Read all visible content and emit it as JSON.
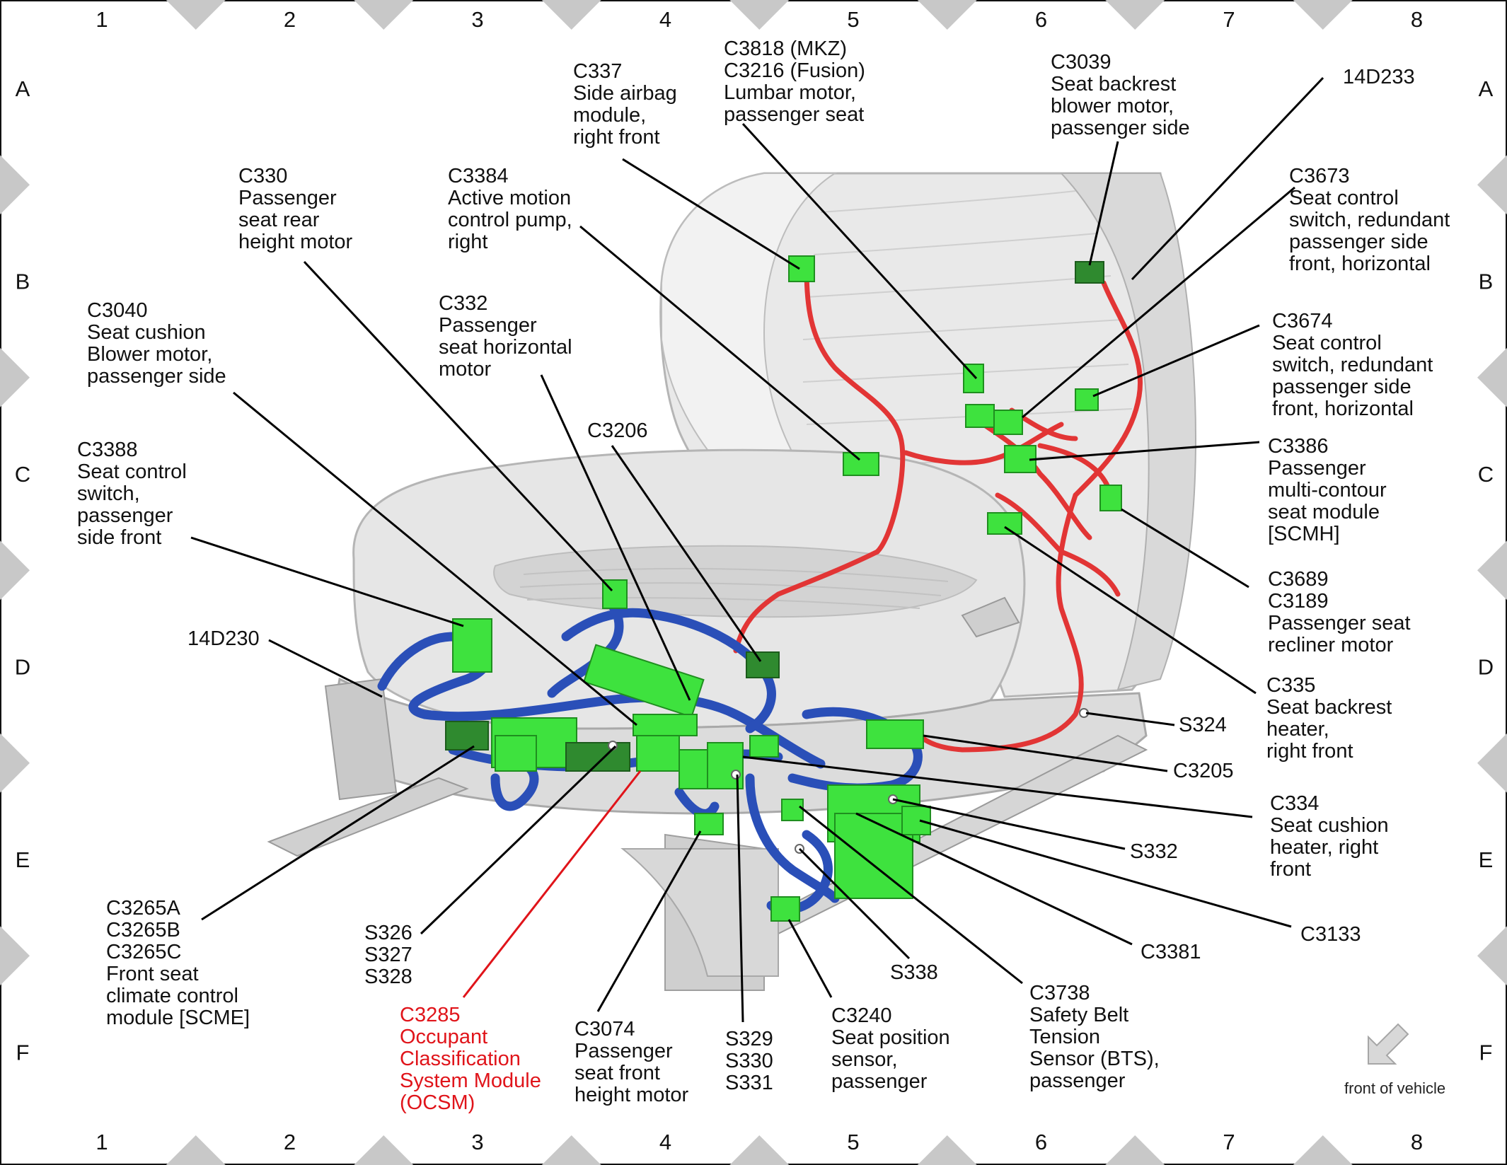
{
  "grid": {
    "columns": [
      "1",
      "2",
      "3",
      "4",
      "5",
      "6",
      "7",
      "8"
    ],
    "rows": [
      "A",
      "B",
      "C",
      "D",
      "E",
      "F"
    ]
  },
  "callouts": [
    {
      "id": "c337",
      "lines": [
        "C337",
        "Side airbag",
        "module,",
        "right front"
      ]
    },
    {
      "id": "c3818",
      "lines": [
        "C3818 (MKZ)",
        "C3216 (Fusion)",
        "Lumbar motor,",
        "passenger seat"
      ]
    },
    {
      "id": "c3039",
      "lines": [
        "C3039",
        "Seat backrest",
        "blower motor,",
        "passenger side"
      ]
    },
    {
      "id": "c14d233",
      "lines": [
        "14D233"
      ]
    },
    {
      "id": "c330",
      "lines": [
        "C330",
        "Passenger",
        "seat rear",
        "height motor"
      ]
    },
    {
      "id": "c3384",
      "lines": [
        "C3384",
        "Active motion",
        "control pump,",
        "right"
      ]
    },
    {
      "id": "c3673",
      "lines": [
        "C3673",
        "Seat control",
        "switch, redundant",
        "passenger side",
        "front, horizontal"
      ]
    },
    {
      "id": "c3040",
      "lines": [
        "C3040",
        "Seat cushion",
        "Blower motor,",
        "passenger side"
      ]
    },
    {
      "id": "c332",
      "lines": [
        "C332",
        "Passenger",
        "seat horizontal",
        "motor"
      ]
    },
    {
      "id": "c3674",
      "lines": [
        "C3674",
        "Seat control",
        "switch, redundant",
        "passenger side",
        "front, horizontal"
      ]
    },
    {
      "id": "c3206",
      "lines": [
        "C3206"
      ]
    },
    {
      "id": "c3388",
      "lines": [
        "C3388",
        "Seat control",
        "switch,",
        "passenger",
        "side front"
      ]
    },
    {
      "id": "c3386",
      "lines": [
        "C3386",
        "Passenger",
        "multi-contour",
        "seat module",
        "[SCMH]"
      ]
    },
    {
      "id": "c3689",
      "lines": [
        "C3689",
        "C3189",
        "Passenger seat",
        "recliner motor"
      ]
    },
    {
      "id": "c14d230",
      "lines": [
        "14D230"
      ]
    },
    {
      "id": "c335",
      "lines": [
        "C335",
        "Seat backrest",
        "heater,",
        "right front"
      ]
    },
    {
      "id": "s324",
      "lines": [
        "S324"
      ]
    },
    {
      "id": "c3205",
      "lines": [
        "C3205"
      ]
    },
    {
      "id": "c334",
      "lines": [
        "C334",
        "Seat cushion",
        "heater, right",
        "front"
      ]
    },
    {
      "id": "s332",
      "lines": [
        "S332"
      ]
    },
    {
      "id": "c3133",
      "lines": [
        "C3133"
      ]
    },
    {
      "id": "c3381",
      "lines": [
        "C3381"
      ]
    },
    {
      "id": "c3265",
      "lines": [
        "C3265A",
        "C3265B",
        "C3265C",
        "Front seat",
        "climate control",
        "module [SCME]"
      ]
    },
    {
      "id": "s326",
      "lines": [
        "S326",
        "S327",
        "S328"
      ]
    },
    {
      "id": "s338",
      "lines": [
        "S338"
      ]
    },
    {
      "id": "c3738",
      "lines": [
        "C3738",
        "Safety Belt",
        "Tension",
        "Sensor (BTS),",
        "passenger"
      ]
    },
    {
      "id": "c3285",
      "lines": [
        "C3285",
        "Occupant",
        "Classification",
        "System Module",
        "(OCSM)"
      ],
      "highlight": true
    },
    {
      "id": "c3074",
      "lines": [
        "C3074",
        "Passenger",
        "seat front",
        "height motor"
      ]
    },
    {
      "id": "s329",
      "lines": [
        "S329",
        "S330",
        "S331"
      ]
    },
    {
      "id": "c3240",
      "lines": [
        "C3240",
        "Seat position",
        "sensor,",
        "passenger"
      ]
    }
  ],
  "orientation_note": "front of vehicle",
  "colors": {
    "highlight": "#e0141a",
    "harness_backrest": "#e23535",
    "harness_cushion": "#2a4fb8",
    "connector": "#3ee23e"
  }
}
